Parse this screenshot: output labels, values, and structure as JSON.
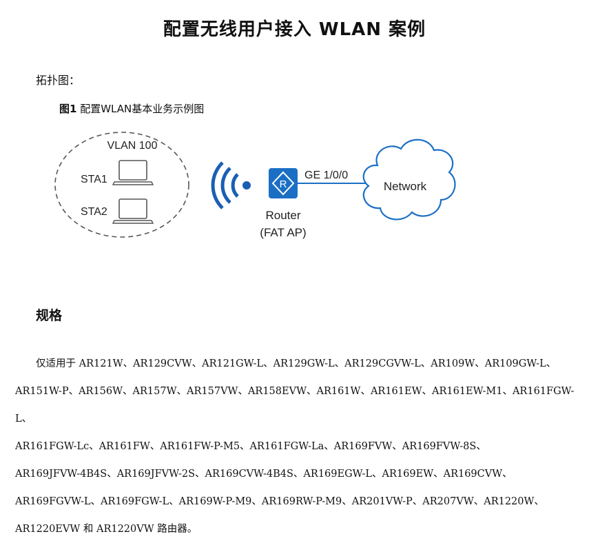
{
  "title": "配置无线用户接入 WLAN 案例",
  "topology_label": "拓扑图：",
  "figure": {
    "caption_number": "图1",
    "caption_text": " 配置WLAN基本业务示例图",
    "vlan_label": "VLAN 100",
    "sta1_label": "STA1",
    "sta2_label": "STA2",
    "router_label": "Router",
    "router_sublabel": "(FAT AP)",
    "interface_label": "GE 1/0/0",
    "network_label": "Network",
    "router_icon_letter": "R",
    "colors": {
      "router": "#1a6fc4",
      "link": "#1a6fc4",
      "wifi": "#1a5fb4",
      "cloud": "#1a6fc4",
      "laptop": "#555555"
    }
  },
  "spec": {
    "heading": "规格",
    "lines": [
      "仅适用于 AR121W、AR129CVW、AR121GW-L、AR129GW-L、AR129CGVW-L、AR109W、AR109GW-L、",
      "AR151W-P、AR156W、AR157W、AR157VW、AR158EVW、AR161W、AR161EW、AR161EW-M1、AR161FGW-L、",
      "AR161FGW-Lc、AR161FW、AR161FW-P-M5、AR161FGW-La、AR169FVW、AR169FVW-8S、",
      "AR169JFVW-4B4S、AR169JFVW-2S、AR169CVW-4B4S、AR169EGW-L、AR169EW、AR169CVW、",
      "AR169FGVW-L、AR169FGW-L、AR169W-P-M9、AR169RW-P-M9、AR201VW-P、AR207VW、AR1220W、",
      "AR1220EVW 和 AR1220VW 路由器。"
    ]
  }
}
